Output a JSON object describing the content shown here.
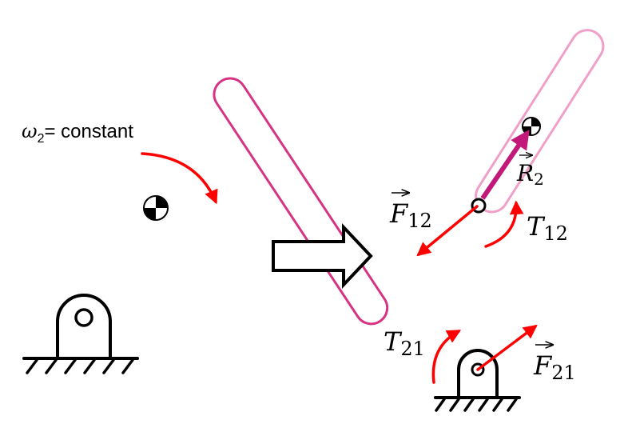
{
  "labels": {
    "omega_symbol": "ω",
    "omega_sub": "2",
    "omega_text": "= constant",
    "F12_symbol": "F",
    "F12_sub": "12",
    "T12_symbol": "T",
    "T12_sub": "12",
    "R2_symbol": "R",
    "R2_sub": "2",
    "T21_symbol": "T",
    "T21_sub": "21",
    "F21_symbol": "F",
    "F21_sub": "21"
  },
  "colors": {
    "link": "#d63384",
    "link_faded": "#f0a0c8",
    "force": "#ff0000",
    "ground": "#000000"
  }
}
